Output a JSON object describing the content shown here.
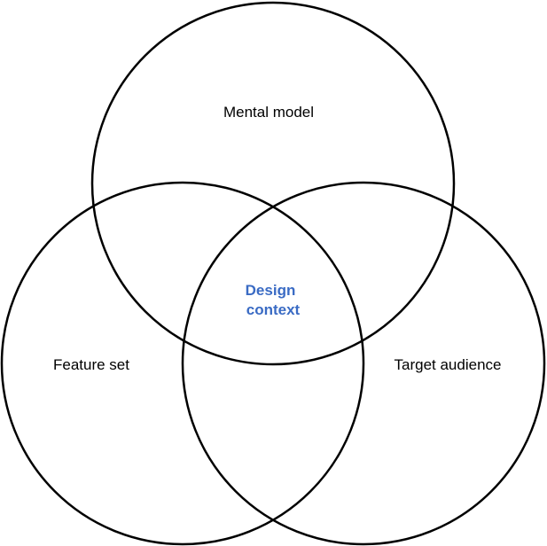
{
  "diagram": {
    "sets": [
      {
        "label": "Mental model"
      },
      {
        "label": "Feature set"
      },
      {
        "label": "Target audience"
      }
    ],
    "intersection": {
      "line1": "Design",
      "line2": "context",
      "color": "#3a6bc4"
    }
  }
}
